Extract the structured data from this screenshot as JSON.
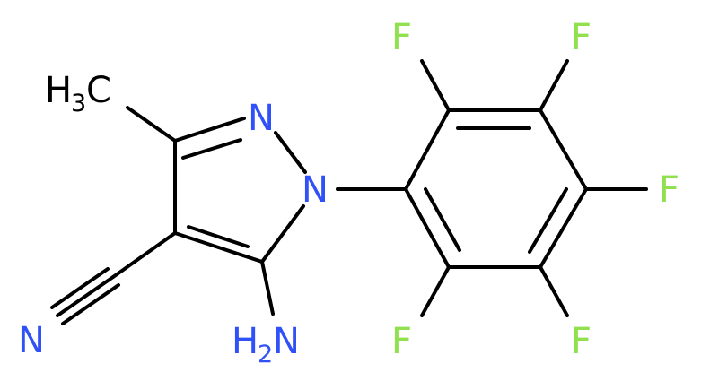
{
  "colors": {
    "bond": "#000000",
    "nitrogen": "#3050F8",
    "fluorine": "#90E050",
    "carbon_label": "#000000"
  },
  "labels": {
    "methyl_main": "H",
    "methyl_sub": "3",
    "methyl_tail": "C",
    "n2": "N",
    "n1": "N",
    "nitrile_n": "N",
    "amino_main": "H",
    "amino_sub": "2",
    "amino_tail": "N",
    "f_ortho_top": "F",
    "f_meta_top": "F",
    "f_para": "F",
    "f_ortho_bottom": "F",
    "f_meta_bottom": "F"
  }
}
